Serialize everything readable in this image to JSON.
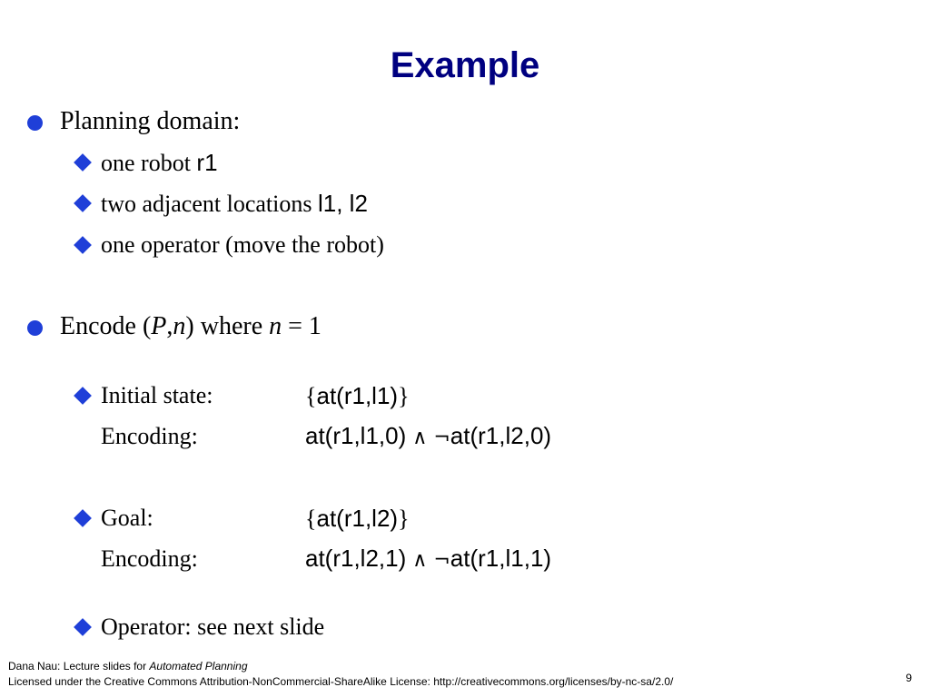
{
  "slide": {
    "title": "Example",
    "bullet1": {
      "text": "Planning domain:",
      "items": [
        {
          "text": "one robot ",
          "code": "r1"
        },
        {
          "text": "two adjacent locations ",
          "code": "l1, l2"
        },
        {
          "text": "one operator (move the robot)"
        }
      ]
    },
    "bullet2": {
      "prefix": "Encode (",
      "var_p": "P",
      "comma": ",",
      "var_n": "n",
      "middle": ") where ",
      "var_n2": "n",
      "suffix": " = 1"
    },
    "initial": {
      "label": "Initial state:",
      "brace_open": "{",
      "value": "at(r1,l1)",
      "brace_close": "}",
      "enc_label": "Encoding:",
      "enc_a": "at(r1,l1,0)",
      "and_sym": " ∧ ",
      "not_sym": "¬",
      "enc_b": "at(r1,l2,0)"
    },
    "goal": {
      "label": "Goal:",
      "brace_open": "{",
      "value": "at(r1,l2)",
      "brace_close": "}",
      "enc_label": "Encoding:",
      "enc_a": "at(r1,l2,1)",
      "and_sym": " ∧ ",
      "not_sym": "¬",
      "enc_b": "at(r1,l1,1)"
    },
    "operator": "Operator: see next slide"
  },
  "footer": {
    "line1_prefix": "Dana Nau: Lecture slides for ",
    "line1_italic": "Automated Planning",
    "line2": "Licensed under the Creative Commons Attribution-NonCommercial-ShareAlike License: http://creativecommons.org/licenses/by-nc-sa/2.0/",
    "page_number": "9"
  },
  "colors": {
    "title": "#000080",
    "bullet": "#1f3fd8"
  },
  "icons": {
    "bullet_level1": "filled-circle",
    "bullet_level2": "filled-diamond"
  }
}
